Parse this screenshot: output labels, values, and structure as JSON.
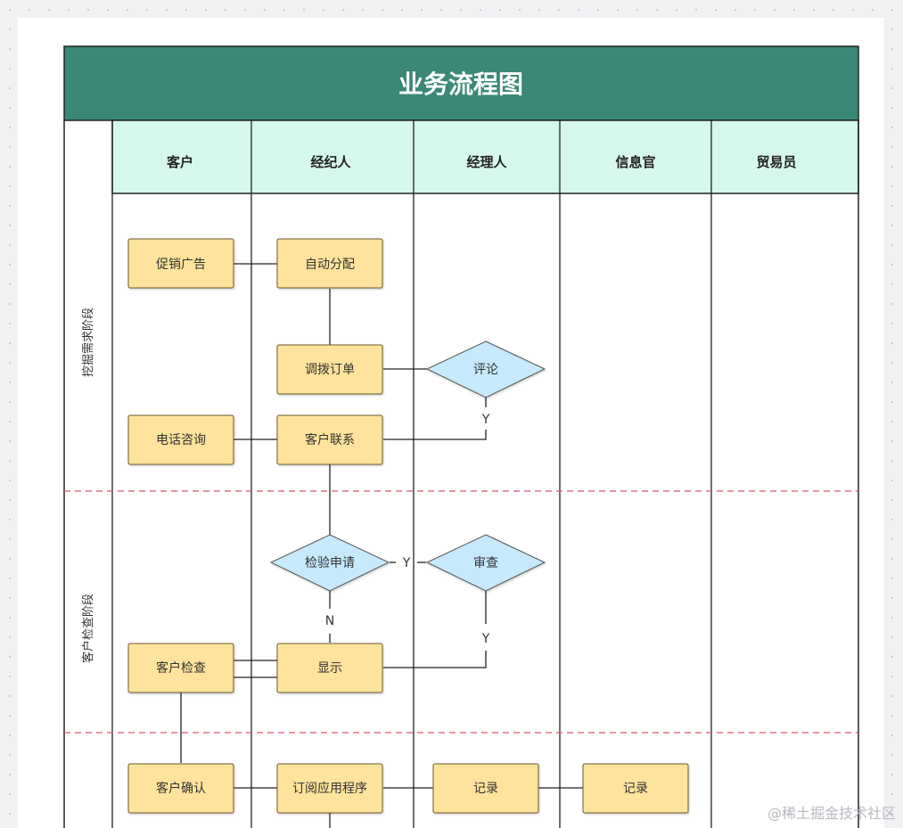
{
  "diagram": {
    "title": "业务流程图",
    "lanes": {
      "customer": "客户",
      "broker": "经纪人",
      "manager": "经理人",
      "info_officer": "信息官",
      "trader": "贸易员"
    },
    "phases": {
      "phase1": "挖掘需求阶段",
      "phase2": "客户检查阶段"
    },
    "nodes": {
      "promo_ad": "促销广告",
      "auto_assign": "自动分配",
      "dispatch_order": "调拨订单",
      "review": "评论",
      "phone_consult": "电话咨询",
      "customer_contact": "客户联系",
      "inspect_request": "检验申请",
      "audit": "审查",
      "customer_check": "客户检查",
      "display": "显示",
      "customer_confirm": "客户确认",
      "subscribe_app": "订阅应用程序",
      "record_1": "记录",
      "record_2": "记录"
    },
    "edge_labels": {
      "y1": "Y",
      "y2": "Y",
      "y3": "Y",
      "n1": "N"
    }
  },
  "watermark": "@稀土掘金技术社区",
  "colors": {
    "header": "#3a8878",
    "lane_header": "#d5f7ec",
    "process": "#fde39c",
    "decision": "#c6e9fb",
    "divider": "#d05a6a"
  }
}
